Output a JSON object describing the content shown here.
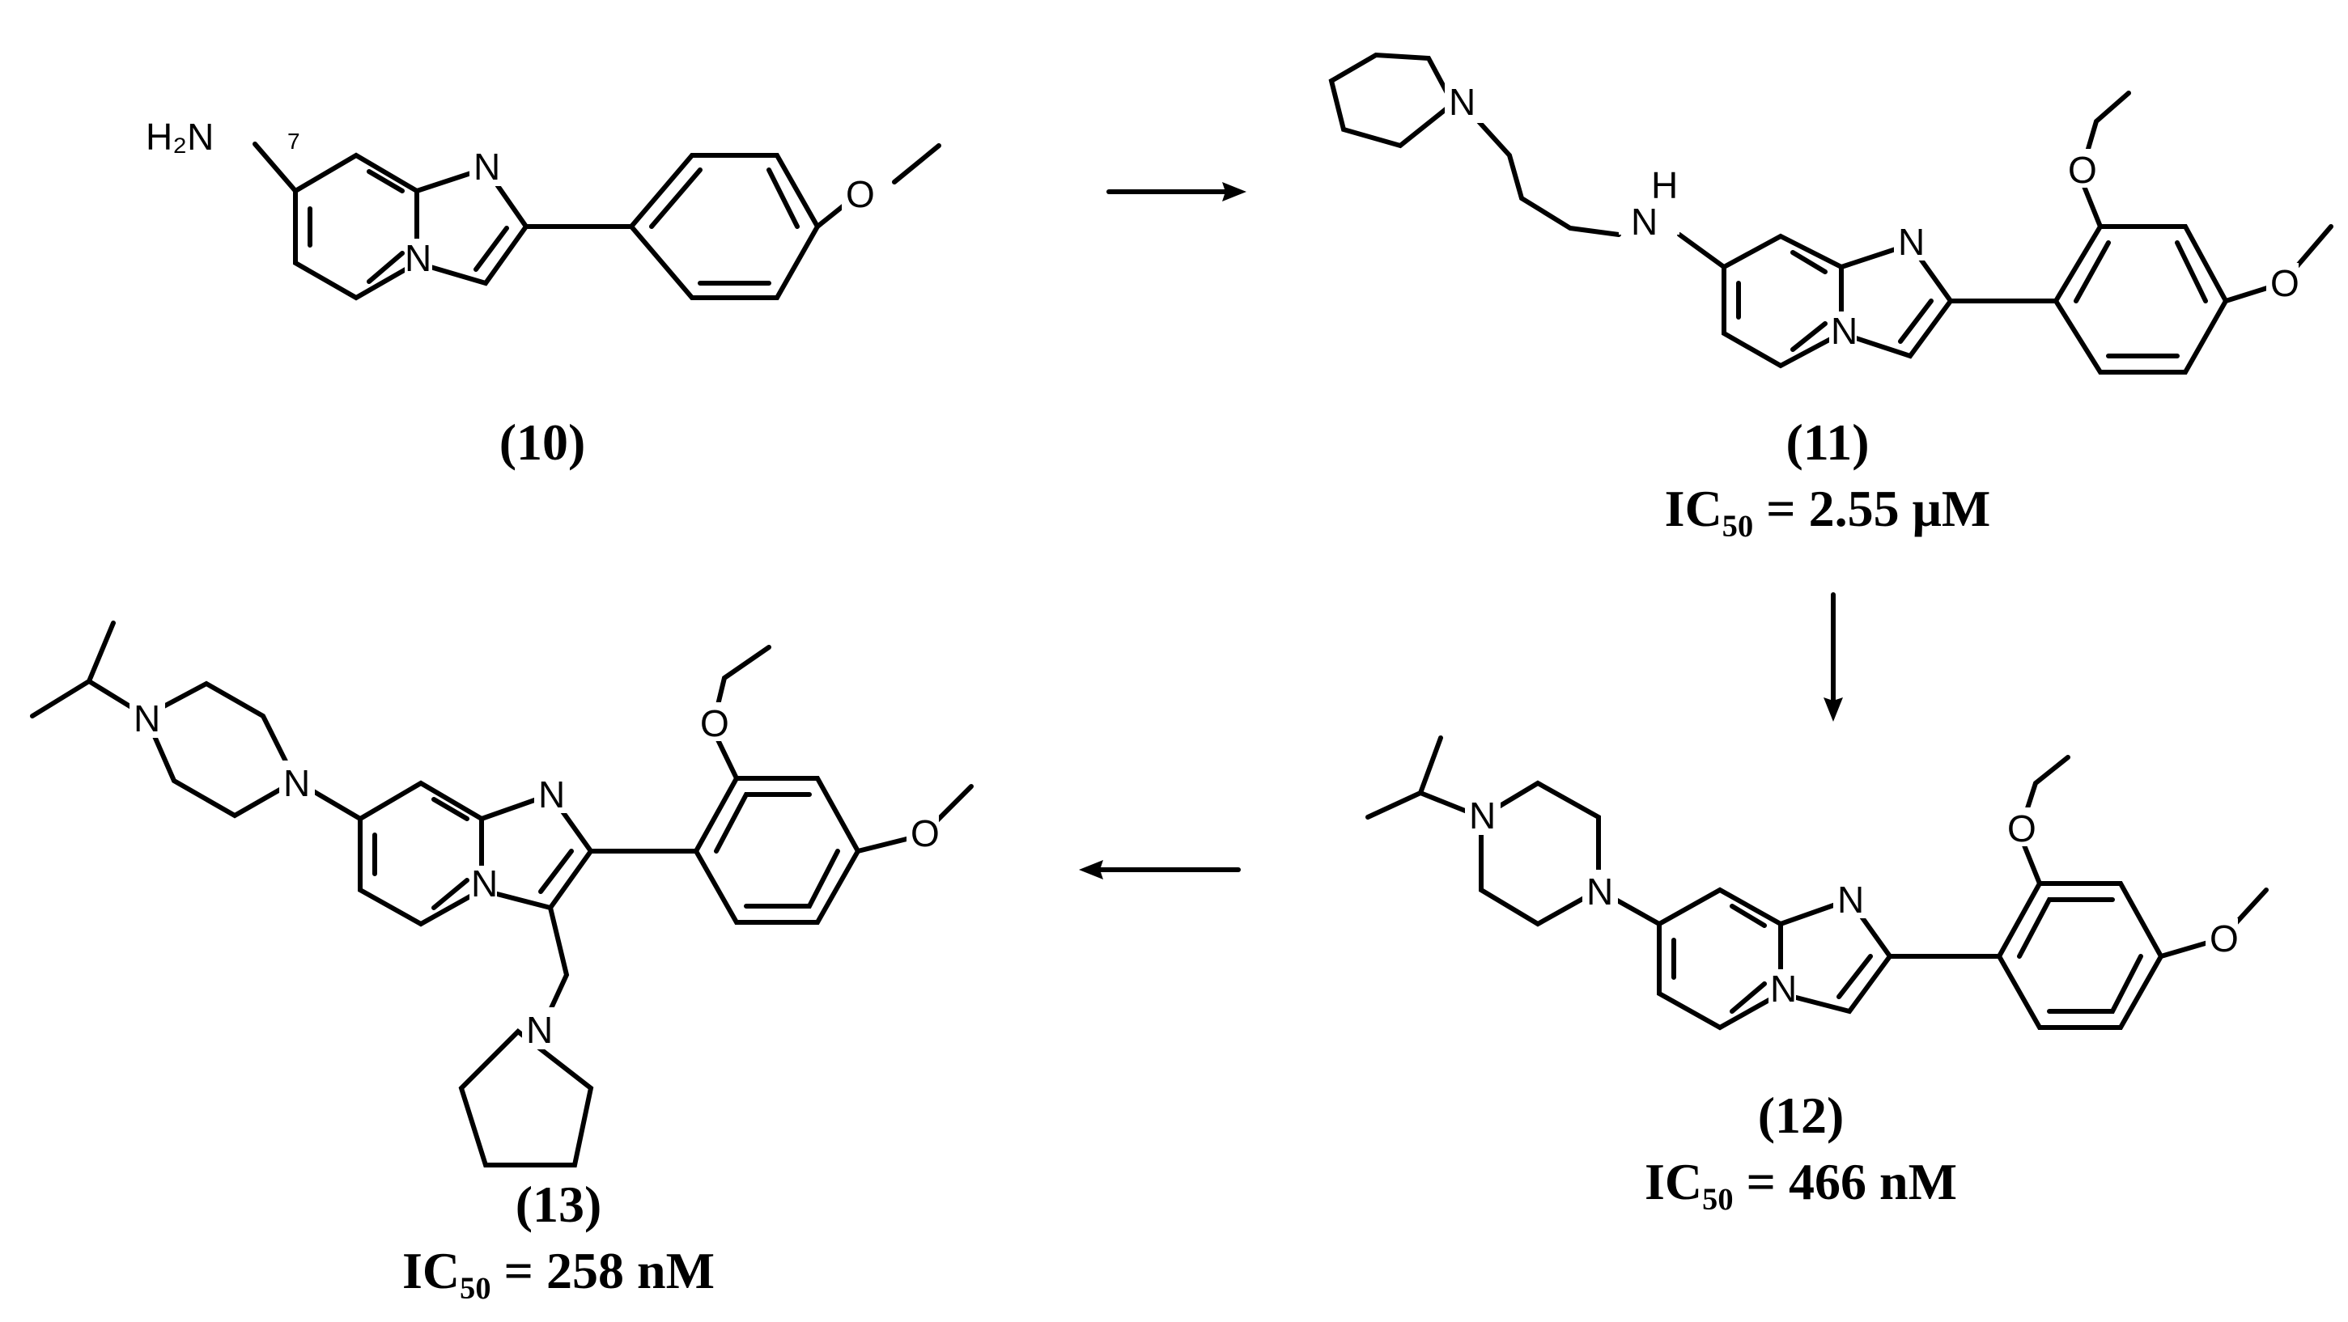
{
  "atoms": {
    "N": "N",
    "O": "O",
    "H": "H",
    "NH2": "H₂N",
    "position_7": "7"
  },
  "compounds": [
    {
      "id": "10",
      "label": "(10)",
      "ic50": ""
    },
    {
      "id": "11",
      "label": "(11)",
      "ic50": "IC₅₀ = 2.55 μM"
    },
    {
      "id": "12",
      "label": "(12)",
      "ic50": "IC₅₀ = 466 nM"
    },
    {
      "id": "13",
      "label": "(13)",
      "ic50": "IC₅₀ = 258 nM"
    }
  ]
}
